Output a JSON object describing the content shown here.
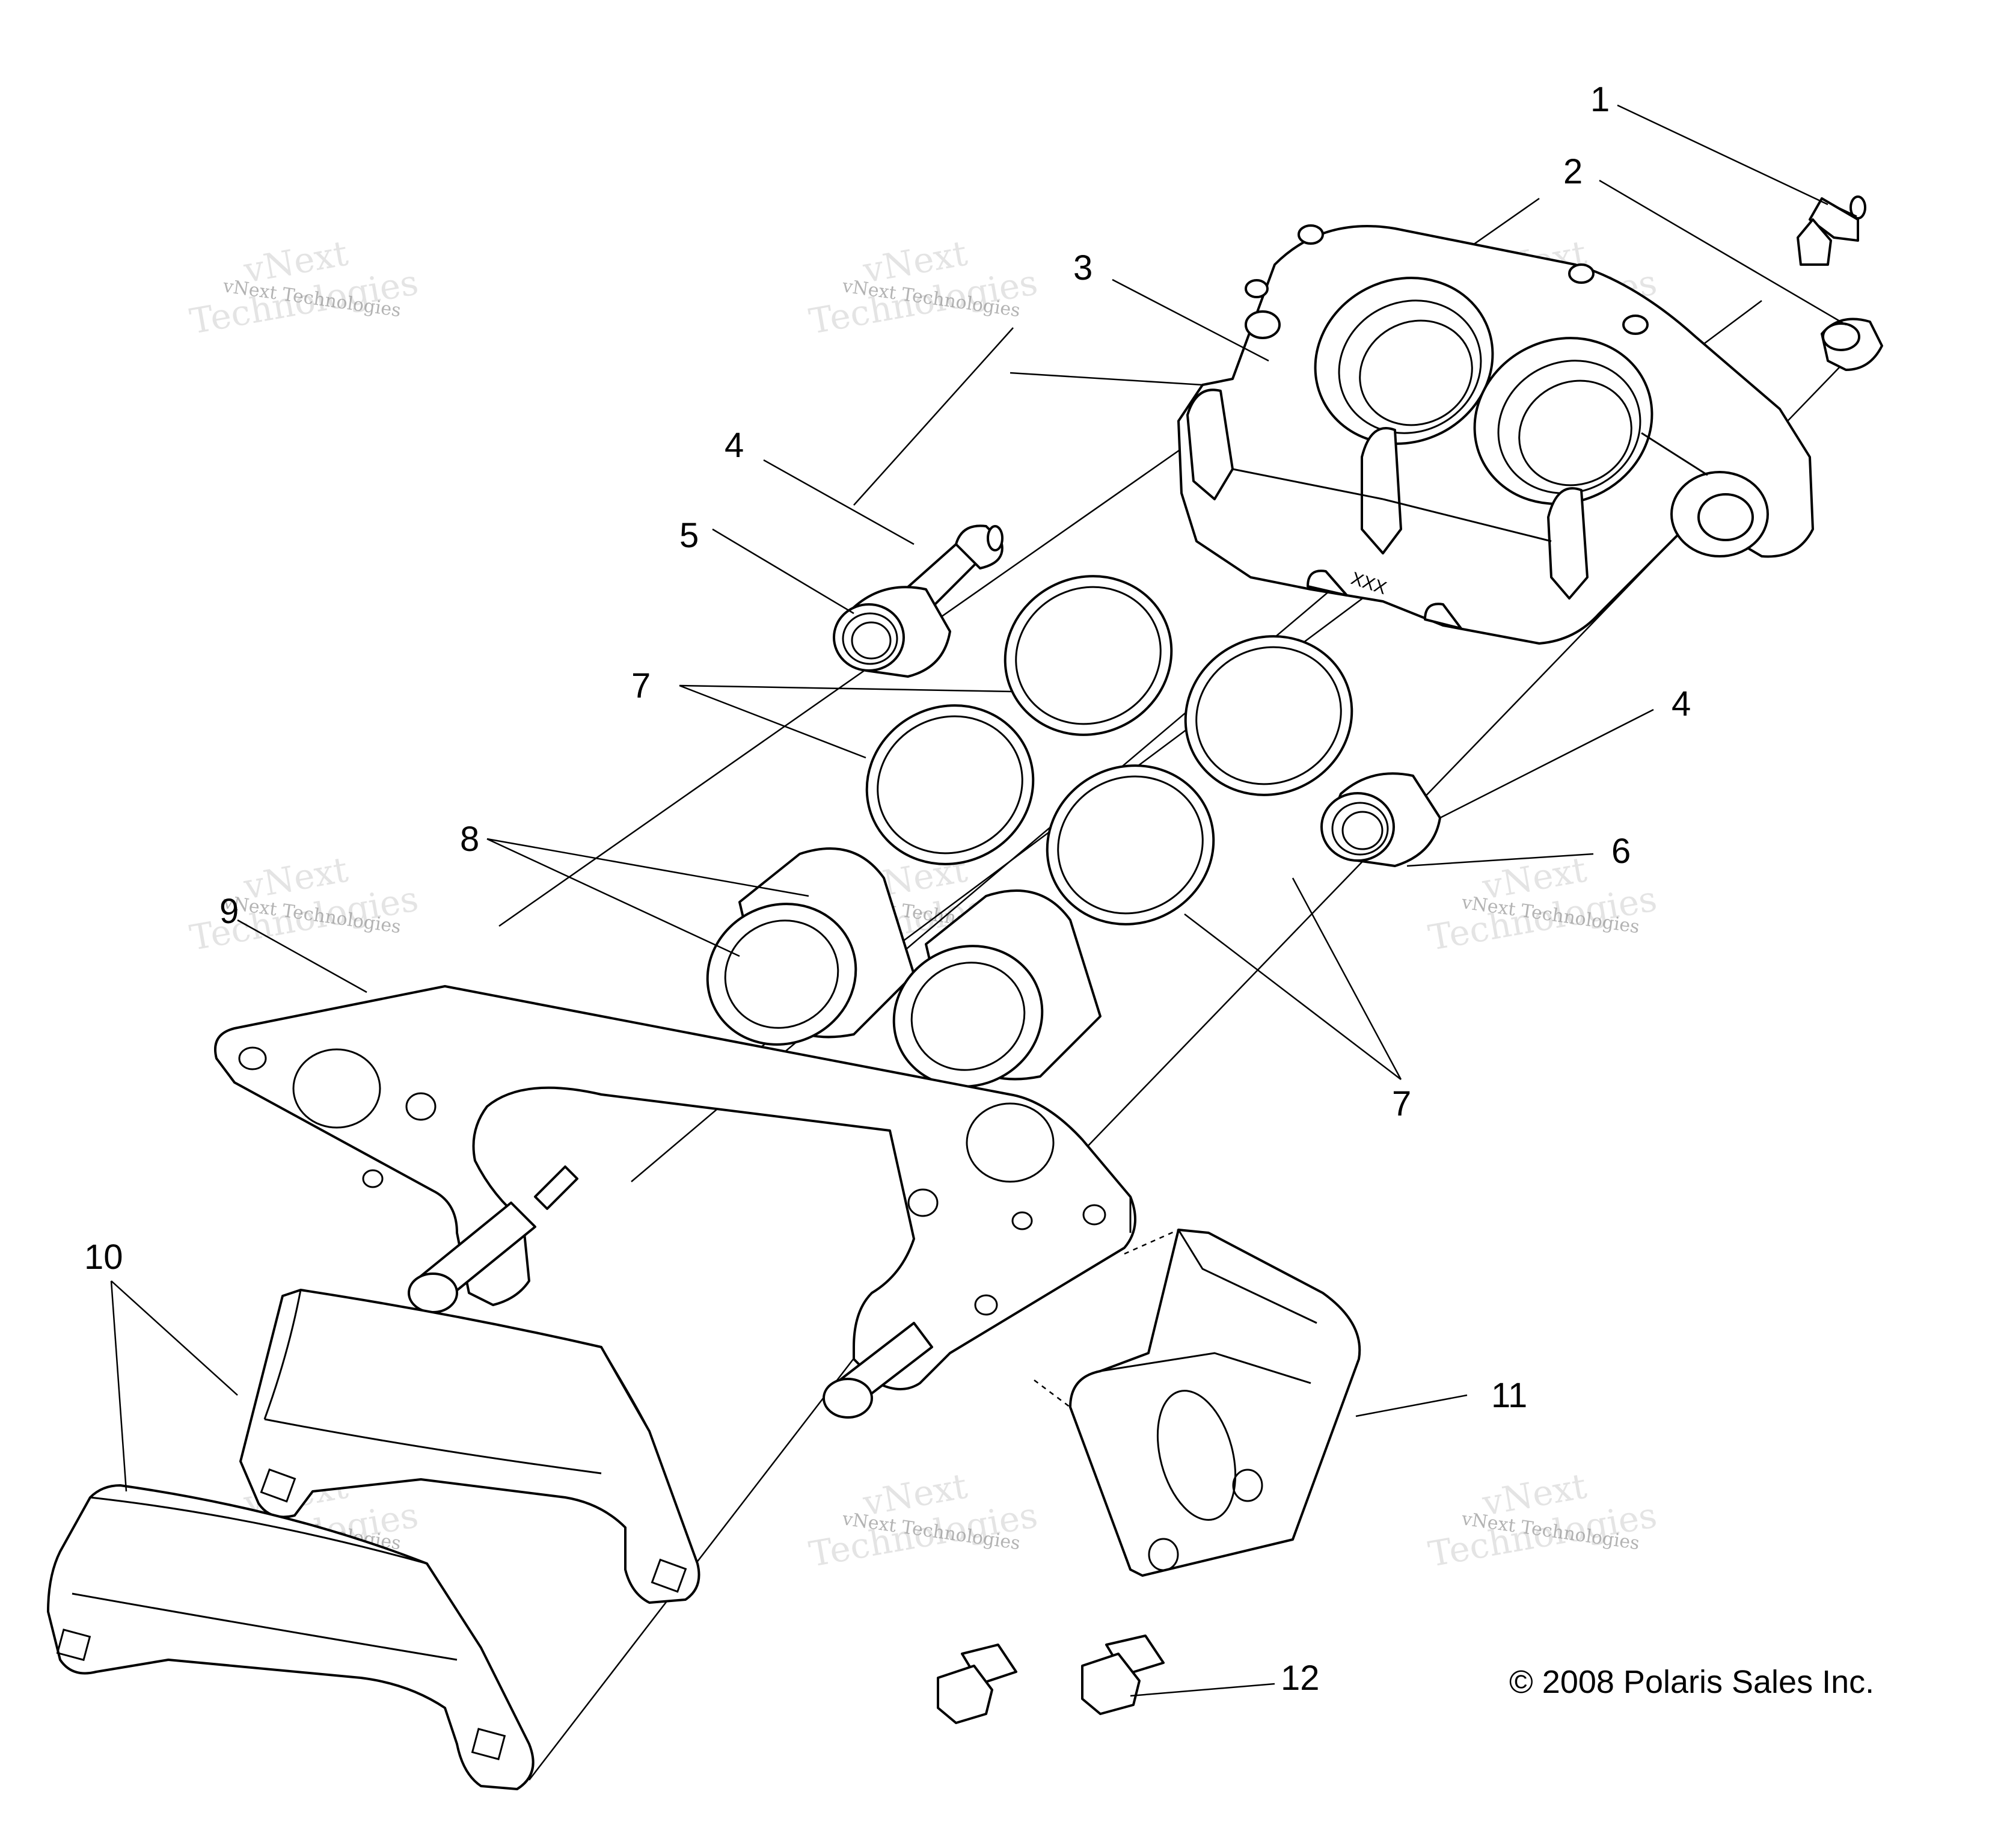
{
  "callouts": [
    "1",
    "2",
    "3",
    "4",
    "5",
    "7",
    "4",
    "6",
    "8",
    "9",
    "7",
    "10",
    "11",
    "12"
  ],
  "copyright": "© 2008 Polaris Sales Inc.",
  "part_marking": "XXX",
  "watermark": {
    "line1": "vNext Technologies",
    "line2_a": "vNext",
    "line2_b": "Technologies"
  }
}
